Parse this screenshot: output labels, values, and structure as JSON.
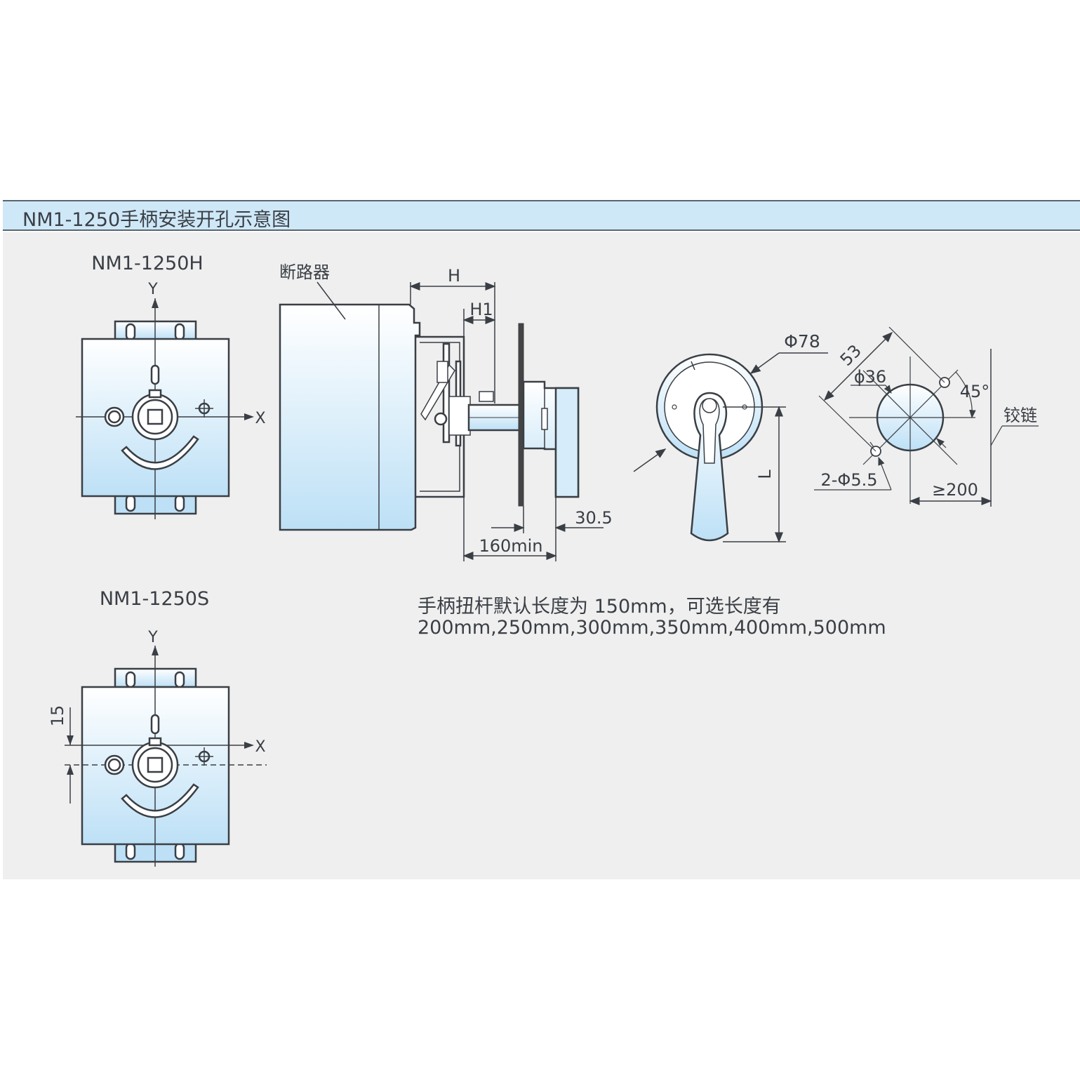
{
  "header": {
    "title": "NM1-1250手柄安装开孔示意图"
  },
  "views": {
    "top_left": {
      "title": "NM1-1250H",
      "axis_y": "Y",
      "axis_x": "X"
    },
    "bottom_left": {
      "title": "NM1-1250S",
      "axis_y": "Y",
      "axis_x": "X",
      "offset_dim": "15"
    }
  },
  "side_view": {
    "breaker_label": "断路器",
    "dim_h": "H",
    "dim_h1": "H1",
    "dim_30_5": "30.5",
    "dim_160min": "160min"
  },
  "handle_view": {
    "dim_phi78": "Φ78",
    "dim_l": "L"
  },
  "cutout_view": {
    "dim_53": "53",
    "dim_phi36": "ϕ36",
    "dim_45deg": "45°",
    "dim_holes": "2-Φ5.5",
    "dim_ge200": "≥200",
    "hinge_label": "铰链"
  },
  "note": {
    "line1": "手柄扭杆默认长度为 150mm，可选长度有",
    "line2": "200mm,250mm,300mm,350mm,400mm,500mm"
  },
  "colors": {
    "header_bg": "#cfe8f8",
    "panel_bg": "#efefef",
    "line": "#3a3f45",
    "fill_top": "#ffffff",
    "fill_bottom": "#bfe0f6"
  }
}
